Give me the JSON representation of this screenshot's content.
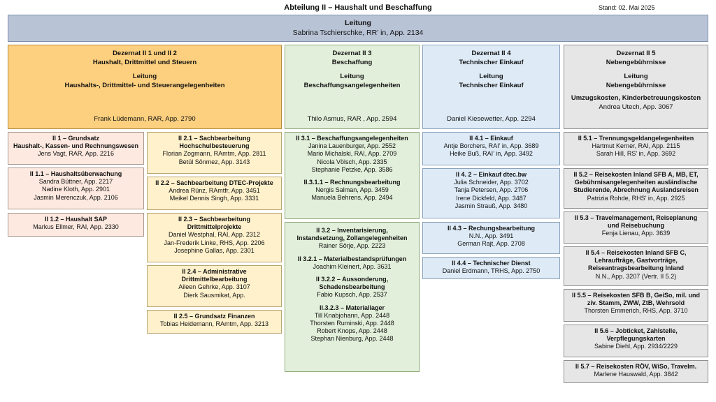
{
  "header": {
    "title": "Abteilung II – Haushalt und Beschaffung",
    "stand": "Stand: 02. Mai 2025"
  },
  "leitung": {
    "title": "Leitung",
    "person": "Sabrina Tschierschke, RR’ in, App. 2134"
  },
  "dezernate": [
    {
      "name": "Dezernat II 1 und II 2",
      "subtitle": "Haushalt, Drittmittel und Steuern",
      "role": "Leitung",
      "area": "Haushalts-, Drittmittel- und Steuerangelegenheiten",
      "extra": "",
      "person": "Frank Lüdemann, RAR, App. 2790"
    },
    {
      "name": "Dezernat II 3",
      "subtitle": "Beschaffung",
      "role": "Leitung",
      "area": "Beschaffungsangelegenheiten",
      "extra": "",
      "person": "Thilo Asmus, RAR , App. 2594"
    },
    {
      "name": "Dezernat II 4",
      "subtitle": "Technischer Einkauf",
      "role": "Leitung",
      "area": "Technischer Einkauf",
      "extra": "",
      "person": "Daniel Kiesewetter, App. 2294"
    },
    {
      "name": "Dezernat II 5",
      "subtitle": "Nebengebührnisse",
      "role": "Leitung",
      "area": "Nebengebührnisse",
      "extra": "Umzugskosten, Kinderbetreuungskosten",
      "person": "Andrea Utech, App. 3067"
    }
  ],
  "col1": [
    {
      "title": "II 1 – Grundsatz",
      "title2": "Haushalt-, Kassen- und Rechnungswesen",
      "lines": [
        "Jens Vagt, RAR, App. 2216"
      ]
    },
    {
      "title": "II 1.1 – Haushaltsüberwachung",
      "lines": [
        "Sandra Büttner, App. 2217",
        "Nadine Kloth, App. 2901",
        "Jasmin Merenczuk, App. 2106"
      ]
    },
    {
      "title": "II 1.2 – Haushalt SAP",
      "lines": [
        "Markus Ellmer, RAI, App. 2330"
      ]
    }
  ],
  "col2": [
    {
      "title": "II 2.1 – Sachbearbeitung",
      "title2": "Hochschulbesteuerung",
      "lines": [
        "Florian Zogmann, RAmtm, App. 2811",
        "Betül Sönmez, App. 3143"
      ]
    },
    {
      "title": "II 2.2 – Sachbearbeitung DTEC-Projekte",
      "lines": [
        "Andrea Rünz, RAmtfr, App. 3451",
        "Meikel Dennis Singh, App. 3331"
      ]
    },
    {
      "title": "II 2.3 – Sachbearbeitung",
      "title2": "Drittmittelprojekte",
      "lines": [
        "Daniel Westphal, RAI, App. 2312",
        "Jan-Frederik Linke, RHS, App. 2206",
        "Josephine Gallas, App. 2301"
      ]
    },
    {
      "title": "II 2.4 – Administrative",
      "title2": "Drittmittelbearbeitung",
      "lines": [
        "Aileen Gehrke, App. 3107",
        "Dierk Sausmikat, App."
      ]
    },
    {
      "title": "II 2.5 – Grundsatz Finanzen",
      "lines": [
        "Tobias Heidemann, RAmtm, App. 3213"
      ]
    }
  ],
  "col3": {
    "box1": {
      "g1": {
        "title": "II 3.1 – Beschaffungsangelegenheiten",
        "lines": [
          "Janina Lauenburger, App. 2552",
          "Mario Michalski, RAI, App. 2709",
          "Nicola Völsch, App. 2335",
          "Stephanie Petzke, App. 3586"
        ]
      },
      "g2": {
        "title": "II.3.1.1 – Rechnungsbearbeitung",
        "lines": [
          "Nergis Salman, App. 3459",
          "Manuela Behrens, App. 2494"
        ]
      }
    },
    "box2": {
      "g1": {
        "title": "II 3.2  – Inventarisierung,",
        "title2": "Instandsetzung, Zollangelegenheiten",
        "lines": [
          "Rainer Sörje, App. 2223"
        ]
      },
      "g2": {
        "title": "II 3.2.1  – Materialbestandsprüfungen",
        "lines": [
          "Joachim Kleinert, App. 3631"
        ]
      },
      "g3": {
        "title": "II 3.2.2  – Aussonderung,",
        "title2": "Schadensbearbeitung",
        "lines": [
          "Fabio Kupsch, App. 2537"
        ]
      },
      "g4": {
        "title": "II.3.2.3  – Materiallager",
        "lines": [
          "Till Knabjohann, App. 2448",
          "Thorsten Ruminski, App. 2448",
          "Robert Knops, App. 2448",
          "Stephan Nienburg, App. 2448"
        ]
      }
    }
  },
  "col4": [
    {
      "title": "II 4.1 – Einkauf",
      "lines": [
        "Antje Borchers, RAI’ in, App. 3689",
        "Heike Buß, RAI’ in, App. 3492"
      ]
    },
    {
      "title": "II 4. 2 – Einkauf dtec.bw",
      "lines": [
        "Julia Schneider, App. 3702",
        "Tanja Petersen, App. 2706",
        "Irene Dickfeld, App. 3487",
        "Jasmin Strauß, App. 3480"
      ]
    },
    {
      "title": "II 4.3 – Rechungsbearbeitung",
      "lines": [
        "N.N., App. 3491",
        "German Rajt, App. 2708"
      ]
    },
    {
      "title": "II 4.4 – Technischer Dienst",
      "lines": [
        "Daniel Erdmann, TRHS, App. 2750"
      ]
    }
  ],
  "col5": [
    {
      "title": "II 5.1 – Trennungsgeldangelegenheiten",
      "lines": [
        "Hartmut Kerner, RAI, App. 2115",
        "Sarah Hill, RS’ in, App. 3692"
      ]
    },
    {
      "title": "II 5.2 – Reisekosten Inland SFB A, MB, ET,",
      "title2": "Gebührnisangelegenheiten ausländische",
      "title3": "Studierende, Abrechnung Auslandsreisen",
      "lines": [
        "Patrizia Rohde, RHS’ in, App. 2925"
      ]
    },
    {
      "title": "II 5.3 – Travelmanagement, Reiseplanung",
      "title2": "und Reisebuchung",
      "lines": [
        "Fenja Lienau, App. 3639"
      ]
    },
    {
      "title": "II 5.4 – Reisekosten Inland SFB C,",
      "title2": "Lehraufträge, Gastvorträge,",
      "title3": "Reiseantragsbearbeitung Inland",
      "lines": [
        "N.N., App. 3207 (Vertr. II 5.2)"
      ]
    },
    {
      "title": "II 5.5  – Reisekosten SFB B, GeiSo, mil. und",
      "title2": "ziv. Stamm, ZWW, ZtB, Wehrsold",
      "lines": [
        "Thorsten Emmerich, RHS, App. 3710"
      ]
    },
    {
      "title": "II 5.6 – Jobticket, Zahlstelle,",
      "title2": "Verpflegungskarten",
      "lines": [
        "Sabine Diehl, App. 2934/2229"
      ]
    },
    {
      "title": "II 5.7 – Reisekosten RÖV, WiSo, Travelm.",
      "lines": [
        "Marlene Hauswald, App. 3842"
      ]
    }
  ]
}
